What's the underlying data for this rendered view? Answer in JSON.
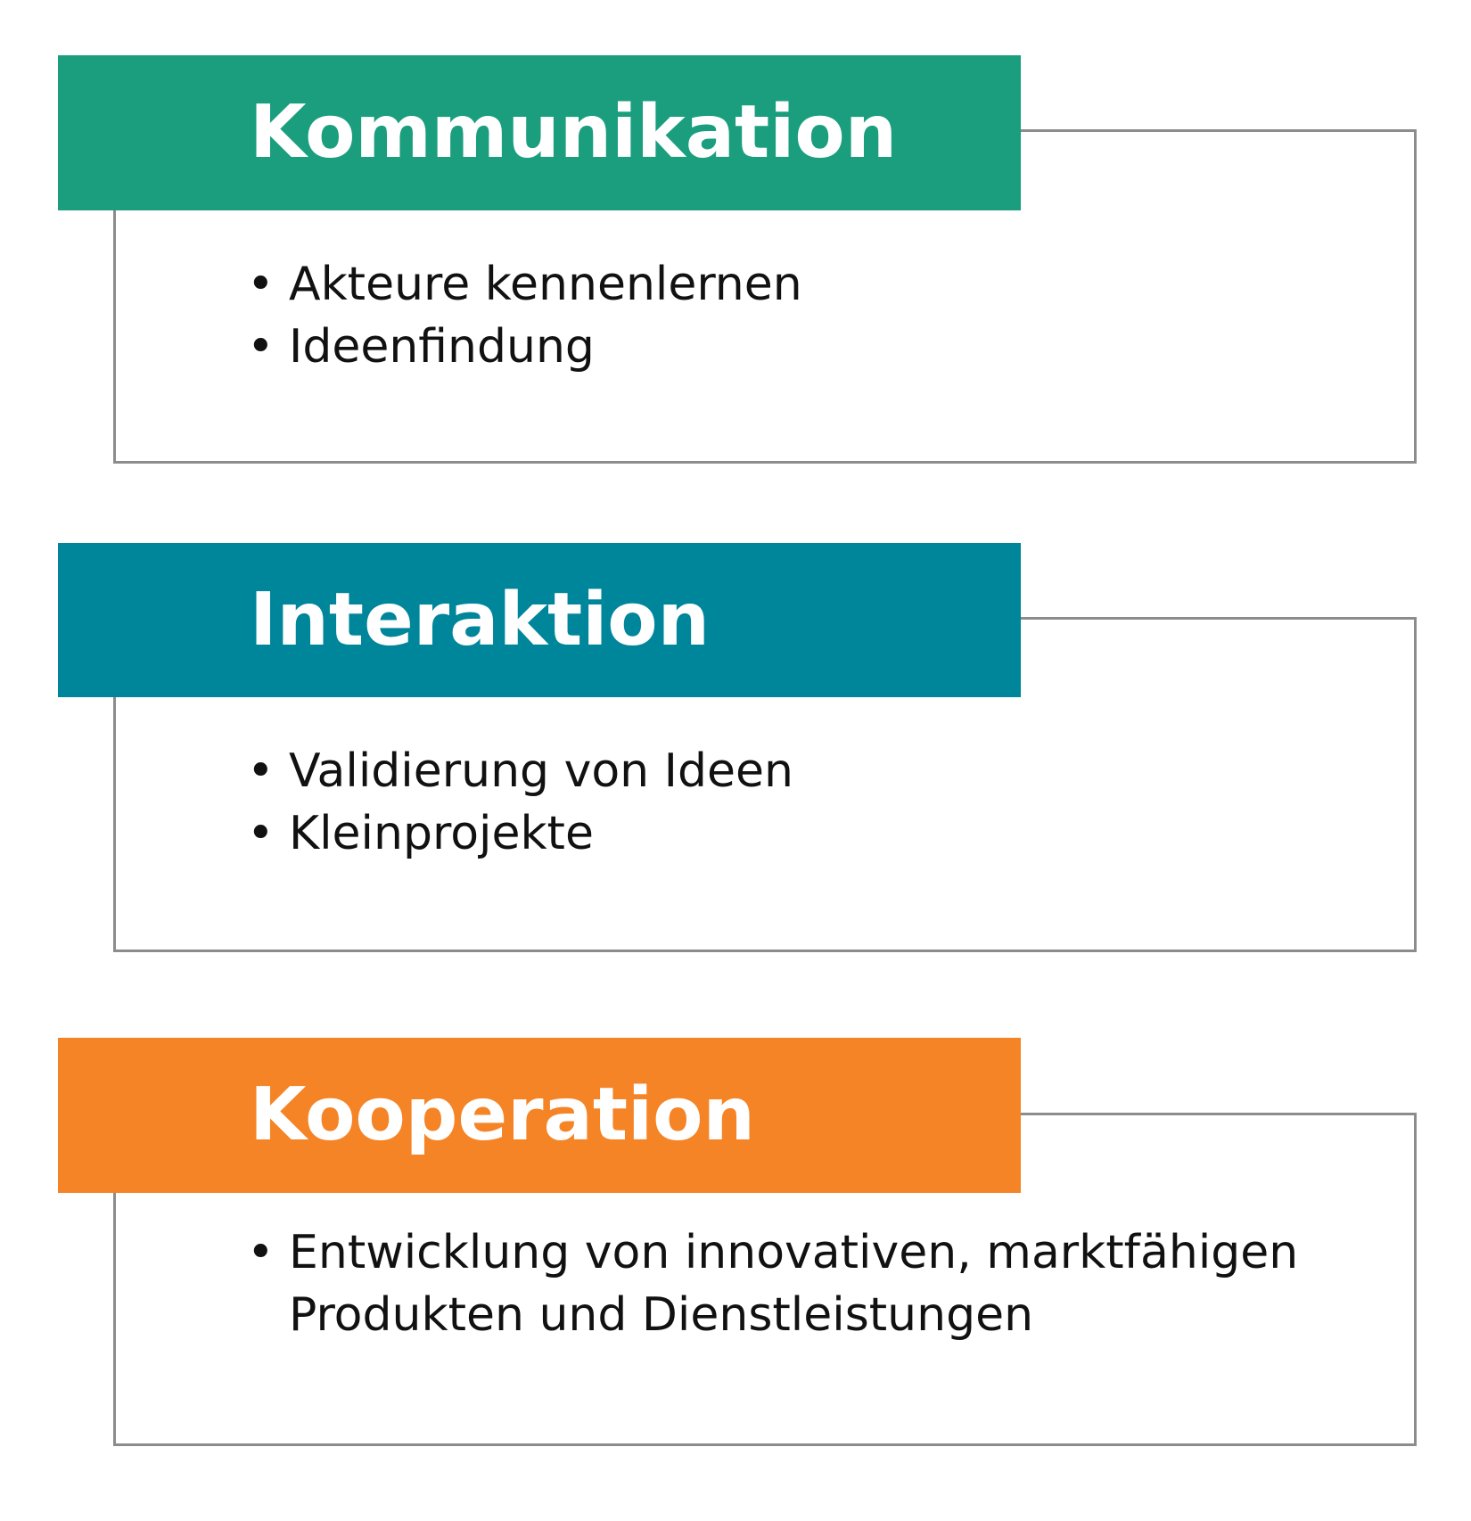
{
  "colors": {
    "kommunikation": "#1a9e7e",
    "interaktion": "#00869a",
    "kooperation": "#f58426",
    "frame_border": "#8c8c8c",
    "text": "#111111"
  },
  "stages": [
    {
      "title": "Kommunikation",
      "items": [
        "Akteure kennenlernen",
        "Ideenfindung"
      ]
    },
    {
      "title": "Interaktion",
      "items": [
        "Validierung von Ideen",
        "Kleinprojekte"
      ]
    },
    {
      "title": "Kooperation",
      "items": [
        "Entwicklung von innovativen, marktfähigen Produkten und Dienstleistungen"
      ]
    }
  ],
  "bullet": "•"
}
